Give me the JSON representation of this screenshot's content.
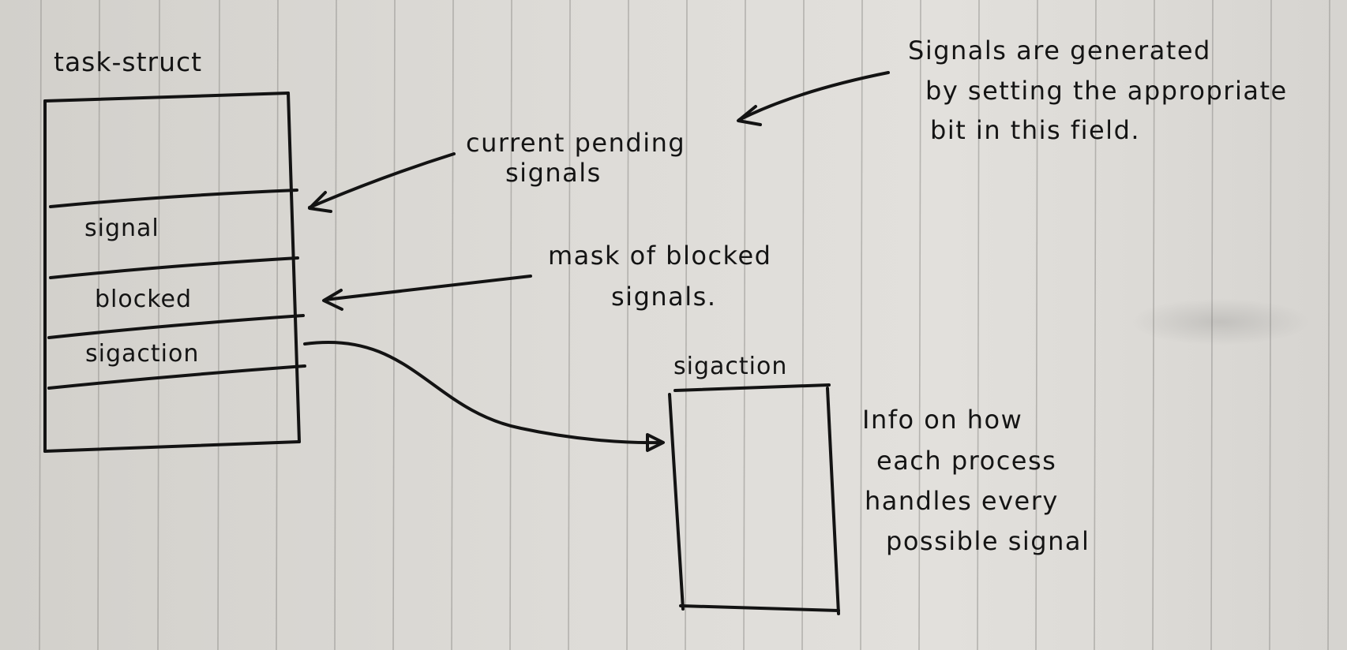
{
  "diagram": {
    "task_struct": {
      "title": "task-struct",
      "fields": [
        "signal",
        "blocked",
        "sigaction"
      ]
    },
    "sigaction_box": {
      "title": "sigaction"
    },
    "annotations": {
      "pending_line1": "current pending",
      "pending_line2": "signals",
      "generated_line1": "Signals are generated",
      "generated_line2": "by setting the appropriate",
      "generated_line3": "bit in this field.",
      "blocked_line1": "mask of blocked",
      "blocked_line2": "signals.",
      "info_line1": "Info on how",
      "info_line2": "each process",
      "info_line3": "handles every",
      "info_line4": "possible signal"
    }
  }
}
